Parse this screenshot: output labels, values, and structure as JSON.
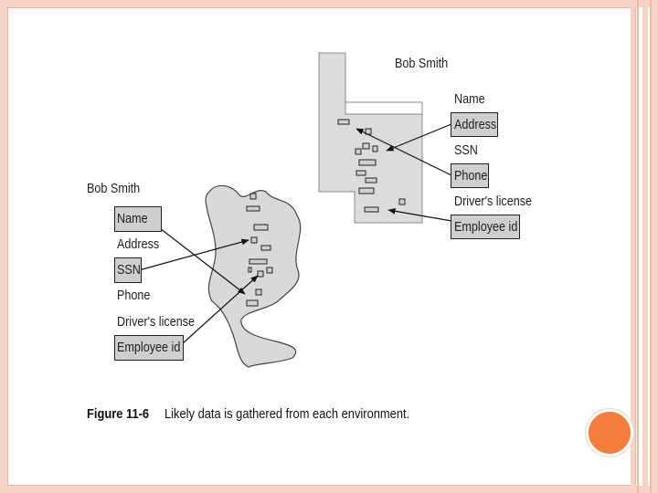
{
  "right_record": {
    "name": "Bob Smith",
    "fields": [
      "Name",
      "Address",
      "SSN",
      "Phone",
      "Driver's license",
      "Employee id"
    ],
    "highlighted": [
      "Address",
      "Phone",
      "Employee id"
    ]
  },
  "left_record": {
    "name": "Bob Smith",
    "fields": [
      "Name",
      "Address",
      "SSN",
      "Phone",
      "Driver's license",
      "Employee id"
    ],
    "highlighted": [
      "Name",
      "SSN",
      "Employee id"
    ]
  },
  "caption": {
    "label": "Figure 11-6",
    "text": "Likely data is gathered from each environment."
  },
  "colors": {
    "frame": "#f6d3c5",
    "accent": "#f47c3c",
    "shape_fill": "#dadada",
    "box_fill": "#cfcfcf"
  }
}
